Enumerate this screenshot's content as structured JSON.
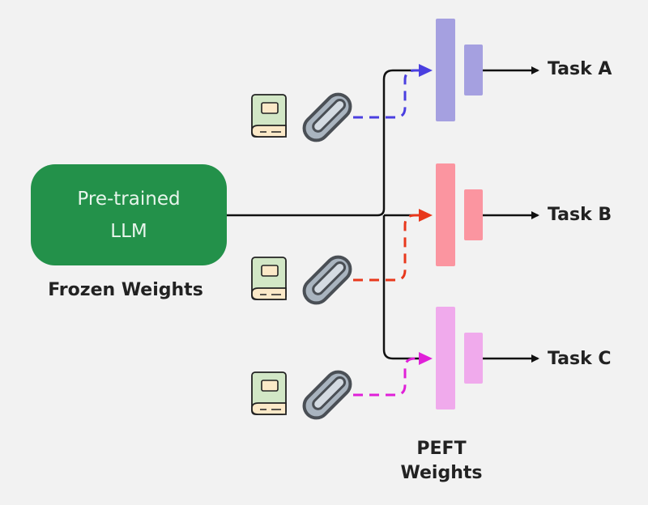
{
  "llm": {
    "line1": "Pre-trained",
    "line2": "LLM",
    "color": "#23914a"
  },
  "frozen_label": "Frozen Weights",
  "peft_label": {
    "line1": "PEFT",
    "line2": "Weights"
  },
  "tasks": [
    {
      "label": "Task A",
      "adapter_color": "#a5a0e0",
      "arrow_color": "#4a3fe0"
    },
    {
      "label": "Task B",
      "adapter_color": "#fb95a0",
      "arrow_color": "#e8381c"
    },
    {
      "label": "Task C",
      "adapter_color": "#f0aaec",
      "arrow_color": "#e020d8"
    }
  ],
  "icons": [
    "book-icon",
    "paperclip-icon"
  ]
}
